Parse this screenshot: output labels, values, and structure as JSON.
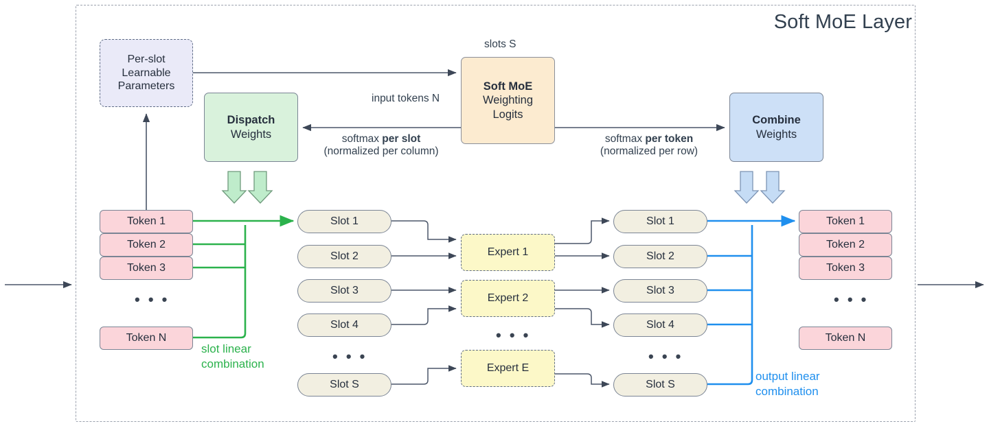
{
  "diagram": {
    "title": "Soft MoE Layer",
    "outer_frame_style": "dashed"
  },
  "blocks": {
    "perslot": {
      "line1": "Per-slot",
      "line2": "Learnable",
      "line3": "Parameters",
      "color": "#eaeaf8"
    },
    "dispatch": {
      "line1": "Dispatch",
      "line2": "Weights",
      "color": "#d9f2dc"
    },
    "softmoe": {
      "line1": "Soft MoE",
      "line2": "Weighting",
      "line3": "Logits",
      "color": "#fcebd0"
    },
    "combine": {
      "line1": "Combine",
      "line2": "Weights",
      "color": "#cde0f7"
    }
  },
  "edge_labels": {
    "slots_s": "slots S",
    "input_tokens_n": "input tokens N",
    "softmax_per_slot_main": "softmax ",
    "softmax_per_slot_bold": "per slot",
    "softmax_per_slot_sub": "(normalized per column)",
    "softmax_per_token_main": "softmax ",
    "softmax_per_token_bold": "per token",
    "softmax_per_token_sub": "(normalized per row)"
  },
  "annotations": {
    "slot_linear_l1": "slot linear",
    "slot_linear_l2": "combination",
    "output_linear_l1": "output linear",
    "output_linear_l2": "combination",
    "slot_linear_color": "#2bb24c",
    "output_linear_color": "#1f8fee"
  },
  "input_tokens": [
    {
      "label": "Token 1"
    },
    {
      "label": "Token 2"
    },
    {
      "label": "Token 3"
    },
    {
      "label": "Token N"
    }
  ],
  "input_tokens_ellipsis": "• • •",
  "left_slots": [
    {
      "label": "Slot 1"
    },
    {
      "label": "Slot 2"
    },
    {
      "label": "Slot 3"
    },
    {
      "label": "Slot 4"
    },
    {
      "label": "Slot S"
    }
  ],
  "left_slots_ellipsis": "• • •",
  "experts": [
    {
      "label": "Expert 1"
    },
    {
      "label": "Expert 2"
    },
    {
      "label": "Expert E"
    }
  ],
  "experts_ellipsis": "• • •",
  "right_slots": [
    {
      "label": "Slot 1"
    },
    {
      "label": "Slot 2"
    },
    {
      "label": "Slot 3"
    },
    {
      "label": "Slot 4"
    },
    {
      "label": "Slot S"
    }
  ],
  "right_slots_ellipsis": "• • •",
  "output_tokens": [
    {
      "label": "Token 1"
    },
    {
      "label": "Token 2"
    },
    {
      "label": "Token 3"
    },
    {
      "label": "Token N"
    }
  ],
  "output_tokens_ellipsis": "• • •",
  "colors": {
    "token_fill": "#fbd5da",
    "slot_fill": "#f2efe1",
    "expert_fill": "#fcf8c8",
    "dispatch_fill": "#d9f2dc",
    "combine_fill": "#cde0f7",
    "logits_fill": "#fcebd0",
    "params_fill": "#eaeaf8",
    "arrow_gray": "#5d6b84",
    "green": "#2bb24c",
    "blue": "#1f8fee"
  }
}
